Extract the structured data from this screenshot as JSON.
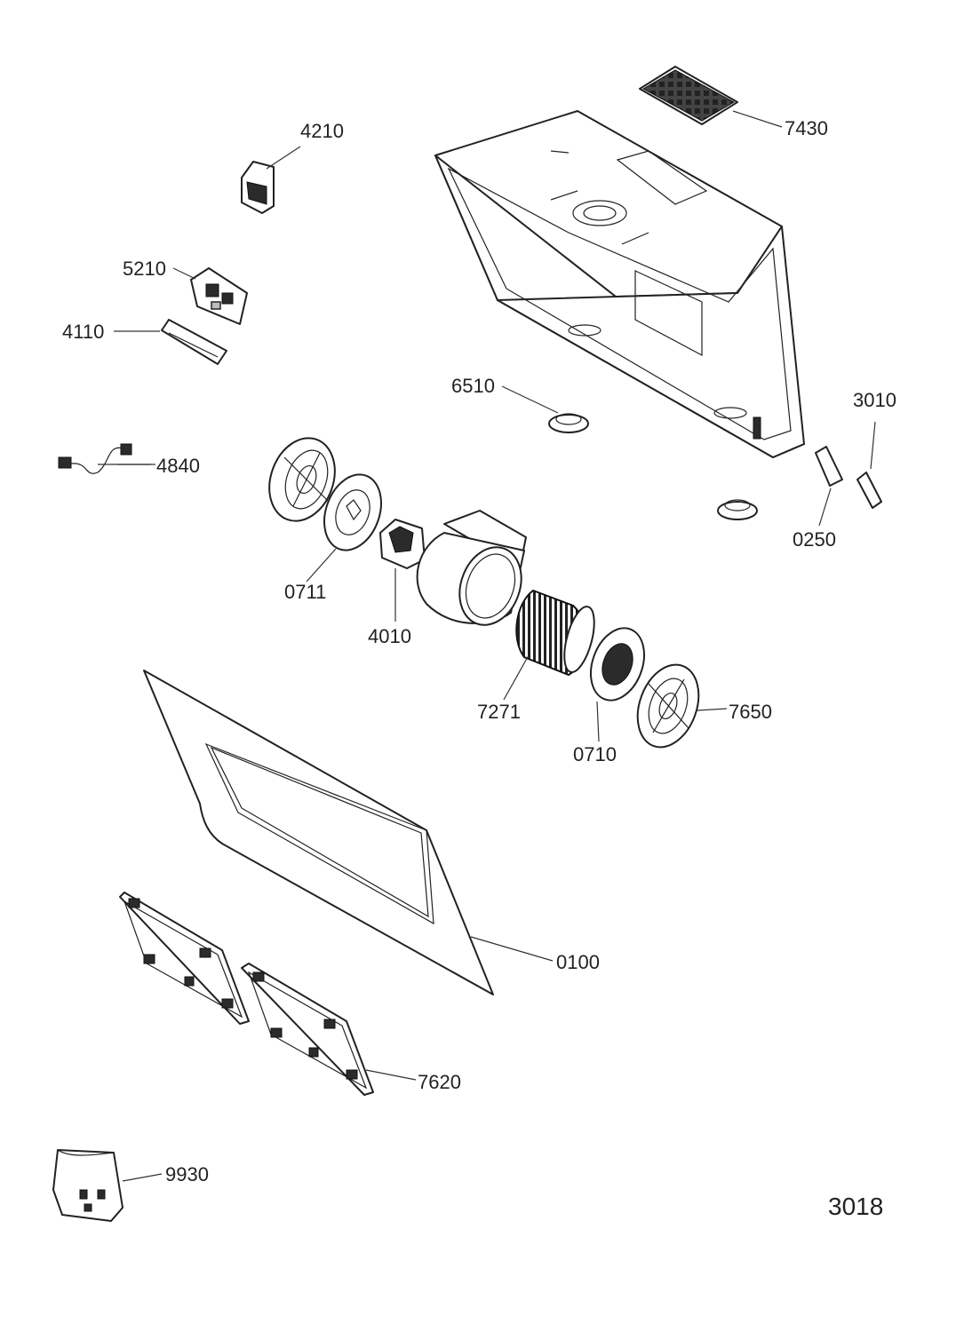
{
  "diagram": {
    "id_label": "3018",
    "parts": [
      {
        "key": "p7430",
        "label": "7430"
      },
      {
        "key": "p4210",
        "label": "4210"
      },
      {
        "key": "p5210",
        "label": "5210"
      },
      {
        "key": "p4110",
        "label": "4110"
      },
      {
        "key": "p6510",
        "label": "6510"
      },
      {
        "key": "p3010",
        "label": "3010"
      },
      {
        "key": "p4840",
        "label": "4840"
      },
      {
        "key": "p0250",
        "label": "0250"
      },
      {
        "key": "p0711",
        "label": "0711"
      },
      {
        "key": "p4010",
        "label": "4010"
      },
      {
        "key": "p7271",
        "label": "7271"
      },
      {
        "key": "p7650",
        "label": "7650"
      },
      {
        "key": "p0710",
        "label": "0710"
      },
      {
        "key": "p0100",
        "label": "0100"
      },
      {
        "key": "p7620",
        "label": "7620"
      },
      {
        "key": "p9930",
        "label": "9930"
      }
    ]
  }
}
